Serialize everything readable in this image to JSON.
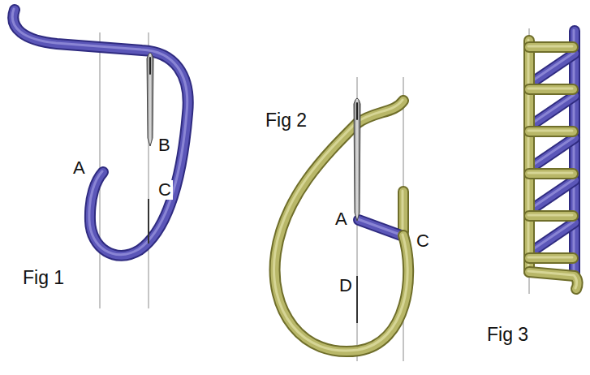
{
  "diagram": {
    "labels": [
      "B",
      "A",
      "C",
      "Fig 1",
      "Fig 2",
      "A",
      "C",
      "D",
      "Fig 3"
    ]
  }
}
